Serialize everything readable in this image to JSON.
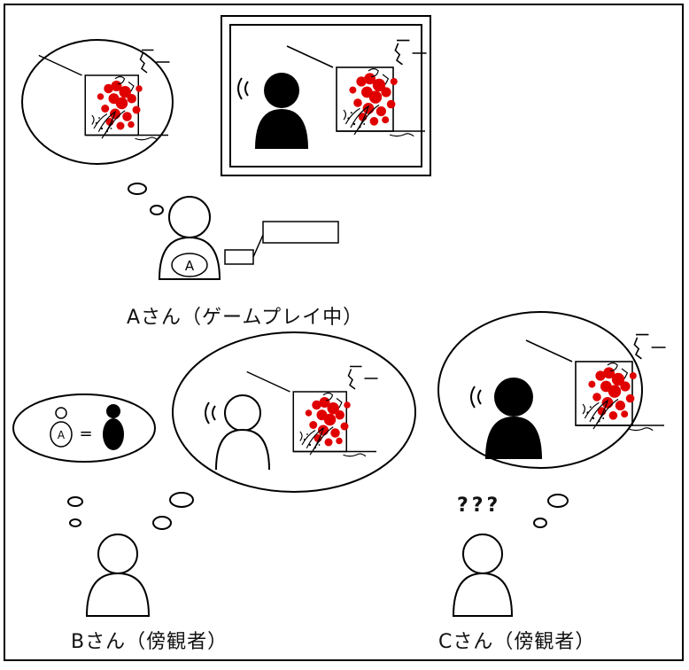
{
  "captions": {
    "person_a": "Aさん（ゲームプレイ中）",
    "person_b": "Bさん（傍観者）",
    "person_c": "Cさん（傍観者）"
  },
  "badges": {
    "a_mark": "A",
    "equals": "="
  },
  "confusion_marks": "???",
  "colors": {
    "stroke": "#000000",
    "silhouette": "#000000",
    "gore": "#e00000",
    "background": "#ffffff"
  },
  "icons": {
    "game_controller": "rect-controller-icon",
    "monitor_silhouette": "filled-person-silhouette"
  }
}
